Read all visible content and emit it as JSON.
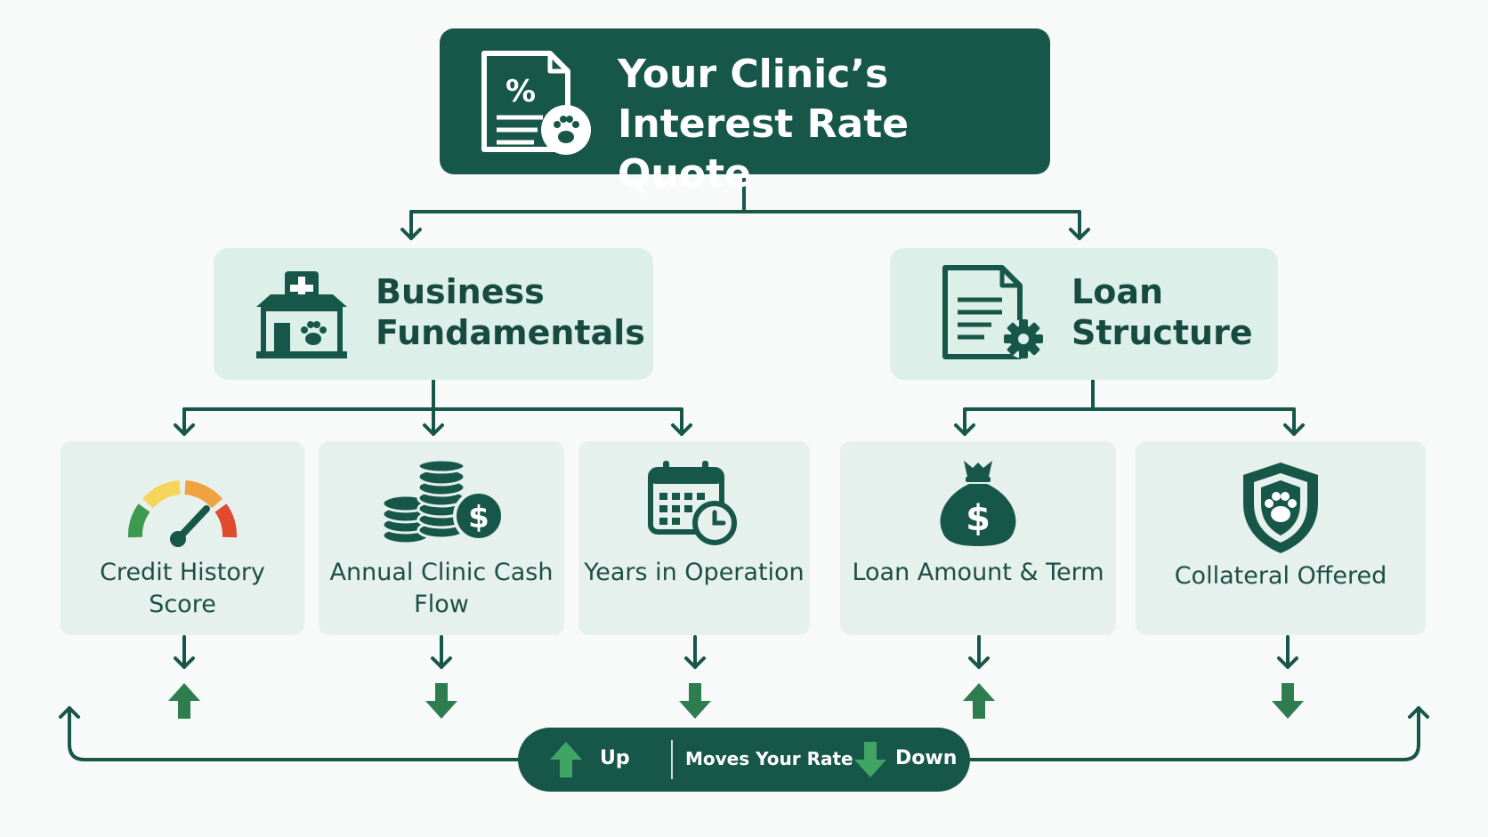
{
  "title": {
    "text": "Your Clinic’s Interest Rate Quote",
    "icon": "rate-document-paw-icon"
  },
  "categories": [
    {
      "label": "Business Fundamentals",
      "icon": "clinic-building-icon"
    },
    {
      "label": "Loan Structure",
      "icon": "document-gear-icon"
    }
  ],
  "factors": [
    {
      "label": "Credit History Score",
      "icon": "gauge-icon",
      "category": "Business Fundamentals",
      "effect": "up"
    },
    {
      "label": "Annual Clinic Cash Flow",
      "icon": "coins-dollar-icon",
      "category": "Business Fundamentals",
      "effect": "down"
    },
    {
      "label": "Years in Operation",
      "icon": "calendar-clock-icon",
      "category": "Business Fundamentals",
      "effect": "down"
    },
    {
      "label": "Loan Amount & Term",
      "icon": "money-bag-icon",
      "category": "Loan Structure",
      "effect": "up"
    },
    {
      "label": "Collateral Offered",
      "icon": "shield-paw-icon",
      "category": "Loan Structure",
      "effect": "down"
    }
  ],
  "legend": {
    "up_label": "Up",
    "middle_label": "Moves Your Rate",
    "down_label": "Down"
  },
  "colors": {
    "dark_green": "#17574a",
    "light_green": "#dcefe8",
    "arrow_green": "#2e7d4f",
    "gauge_red": "#e04a2f",
    "gauge_orange": "#f0a140",
    "gauge_yellow": "#f5d55a",
    "gauge_green": "#3d9a4f"
  }
}
